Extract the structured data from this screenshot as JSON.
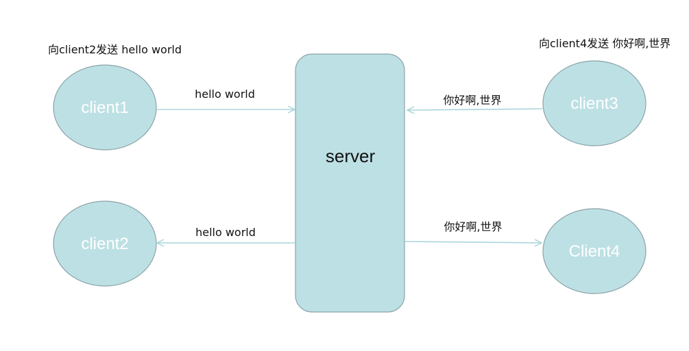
{
  "colors": {
    "node_fill": "#bde0e4",
    "node_stroke": "#8aa3a7",
    "edge": "#a9d6dc",
    "background": "#ffffff"
  },
  "nodes": {
    "server": "server",
    "client1": "client1",
    "client2": "client2",
    "client3": "client3",
    "client4": "Client4"
  },
  "edges": {
    "client1_to_server": "hello world",
    "server_to_client2": "hello world",
    "client3_to_server": "你好啊,世界",
    "server_to_client4": "你好啊,世界"
  },
  "notes": {
    "client1": "向client2发送 hello world",
    "client3": "向client4发送 你好啊,世界"
  }
}
